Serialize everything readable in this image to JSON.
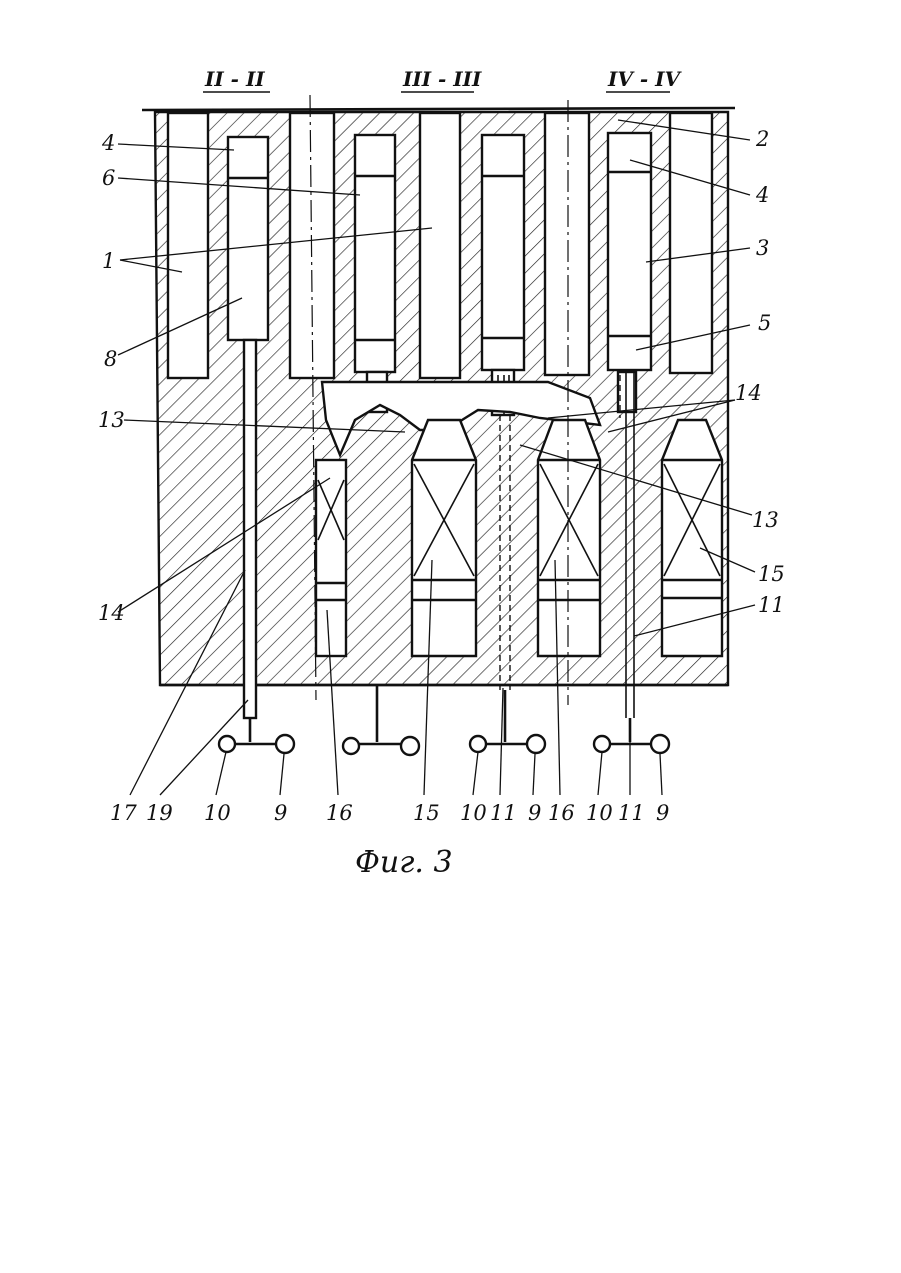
{
  "sections": {
    "left": "II - II",
    "middle": "III - III",
    "right": "IV - IV"
  },
  "labels": {
    "l4a": "4",
    "l6": "6",
    "l1": "1",
    "l8": "8",
    "l13a": "13",
    "l14a": "14",
    "r2": "2",
    "r4": "4",
    "r3": "3",
    "r5": "5",
    "r14": "14",
    "r13": "13",
    "r15": "15",
    "r11": "11"
  },
  "bottom_labels": [
    "17",
    "19",
    "10",
    "9",
    "16",
    "15",
    "10",
    "11",
    "9",
    "16",
    "10",
    "11",
    "9"
  ],
  "caption": "Фиг. 3"
}
